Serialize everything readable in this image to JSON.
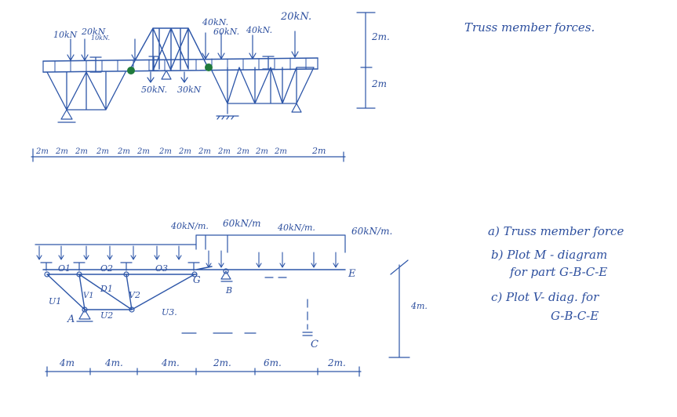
{
  "top": {
    "title": "Truss member forces.",
    "loads_top": [
      "10kN",
      "20kN",
      "10kN.",
      "40kN.",
      "60kN.",
      "40kN.",
      "20kN."
    ],
    "loads_bottom": [
      "50kN.",
      "30kN"
    ],
    "height_labels": [
      "2m.",
      "2m"
    ],
    "span_labels": [
      "2m",
      "2m",
      "2m",
      "2m",
      "2m",
      "2m",
      "2m",
      "2m",
      "2m",
      "2m",
      "2m",
      "2m",
      "2m",
      "2m"
    ]
  },
  "bottom": {
    "distributed_loads": [
      "40kN/m.",
      "60kN/m",
      "40kN/m.",
      "60kN/m."
    ],
    "members": [
      "O1",
      "O2",
      "O3",
      "U1",
      "V1",
      "D1",
      "V2",
      "U2",
      "U3."
    ],
    "nodes": [
      "G",
      "B",
      "E",
      "A",
      "C"
    ],
    "height_label": "4m.",
    "span_labels": [
      "4m",
      "4m.",
      "4m.",
      "2m.",
      "6m.",
      "2m."
    ],
    "tasks": [
      "a) Truss member force",
      "b) Plot M - diagram",
      "for part G-B-C-E",
      "c) Plot V- diag. for",
      "G-B-C-E"
    ]
  }
}
